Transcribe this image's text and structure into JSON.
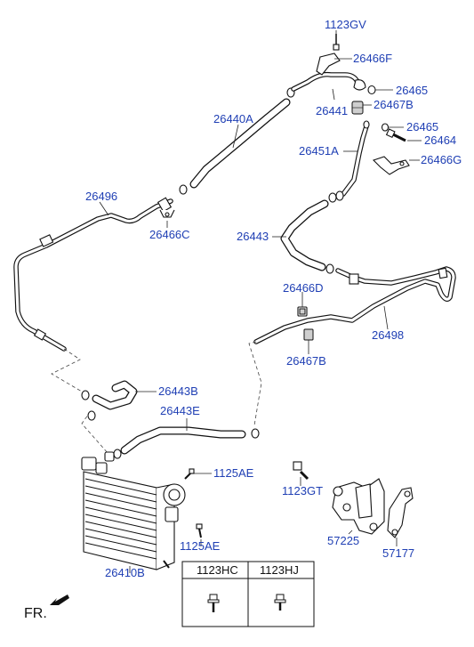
{
  "labels": {
    "p1123GV": "1123GV",
    "p26466F": "26466F",
    "p26465_a": "26465",
    "p26441": "26441",
    "p26467B_a": "26467B",
    "p26440A": "26440A",
    "p26465_b": "26465",
    "p26464": "26464",
    "p26451A": "26451A",
    "p26466G": "26466G",
    "p26496": "26496",
    "p26466C": "26466C",
    "p26443": "26443",
    "p26466D": "26466D",
    "p26498": "26498",
    "p26467B_b": "26467B",
    "p26443B": "26443B",
    "p26443E": "26443E",
    "p1125AE_a": "1125AE",
    "p1123GT": "1123GT",
    "p1125AE_b": "1125AE",
    "p57225": "57225",
    "p57177": "57177",
    "p26410B": "26410B"
  },
  "table": {
    "headers": [
      "1123HC",
      "1123HJ"
    ]
  },
  "direction": "FR."
}
